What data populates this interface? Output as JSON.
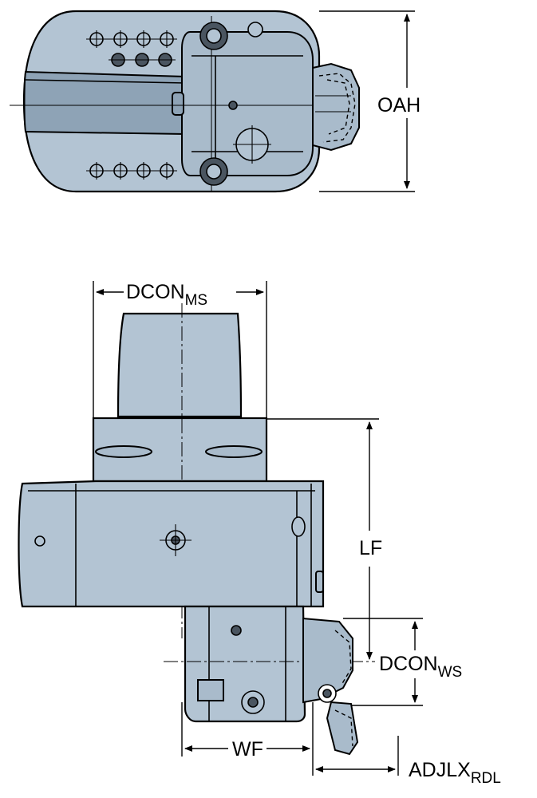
{
  "labels": {
    "oah": "OAH",
    "dcon_ms_main": "DCON",
    "dcon_ms_sub": "MS",
    "lf": "LF",
    "dcon_ws_main": "DCON",
    "dcon_ws_sub": "WS",
    "wf": "WF",
    "adjlx_main": "ADJLX",
    "adjlx_sub": "RDL"
  },
  "colors": {
    "body": "#b3c4d3",
    "outline": "#000000",
    "background": "#ffffff"
  }
}
